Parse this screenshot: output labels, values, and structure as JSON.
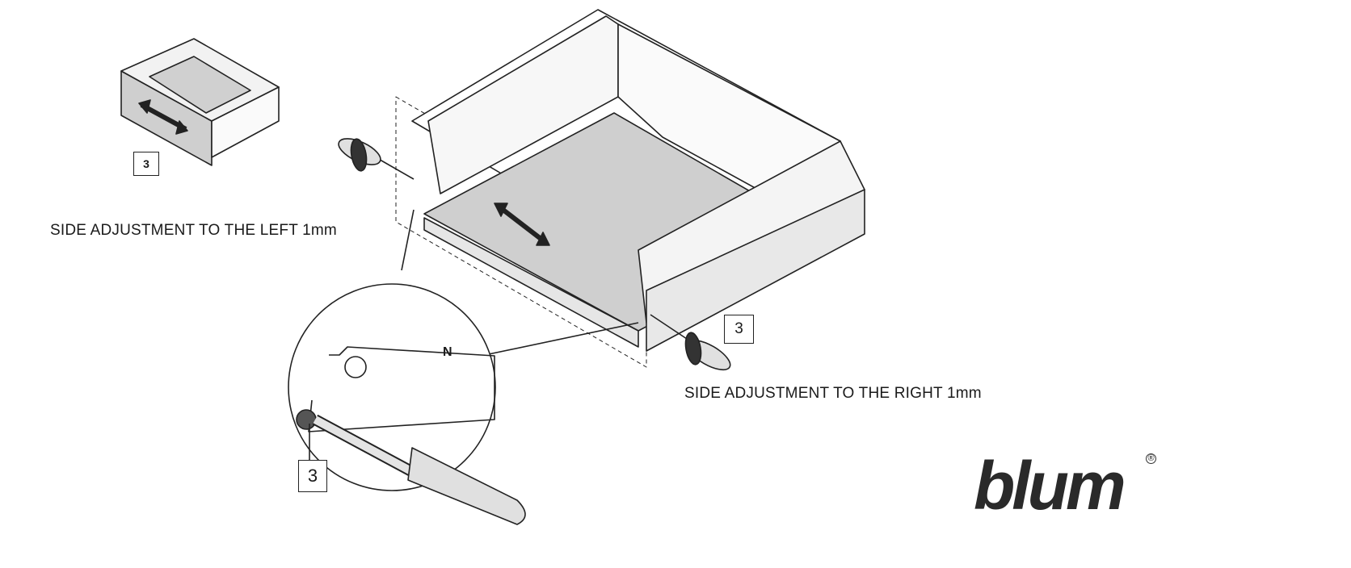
{
  "labels": {
    "left_adjustment": "SIDE ADJUSTMENT TO THE LEFT 1mm",
    "right_adjustment": "SIDE ADJUSTMENT TO THE RIGHT 1mm"
  },
  "steps": {
    "small_drawer": "3",
    "detail": "3",
    "right_screw": "3"
  },
  "detail_marker": "N",
  "logo": {
    "text": "blum",
    "registered": "®"
  },
  "colors": {
    "line": "#222222",
    "fill": "#cfcfcf",
    "panel": "#e6e6e6"
  }
}
